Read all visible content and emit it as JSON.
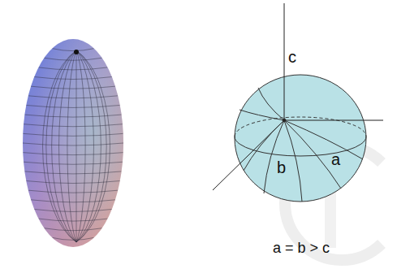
{
  "diagram": {
    "labels": [
      "c",
      "b",
      "a",
      "a = b > c"
    ]
  }
}
